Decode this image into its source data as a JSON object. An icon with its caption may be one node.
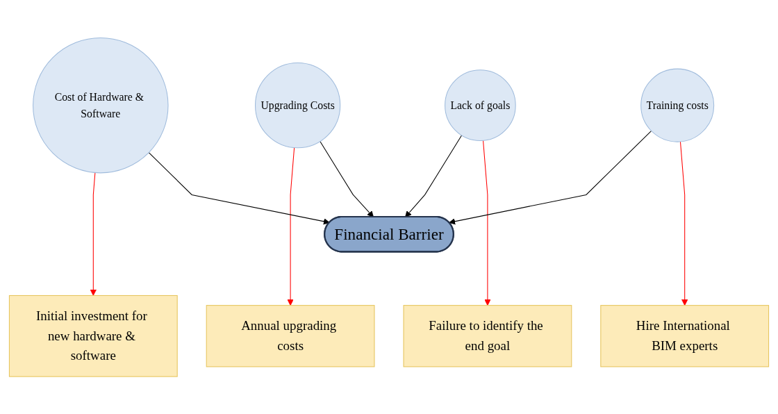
{
  "diagram": {
    "nodes": [
      {
        "text": [
          "Initial investment for new hardware & software"
        ]
      },
      {
        "text": [
          "Annual upgrading costs"
        ]
      },
      {
        "text": [
          "Cost of Hardware & Software"
        ]
      },
      {
        "text": [
          "Upgrading Costs"
        ]
      },
      {
        "text": [
          "Financial Barrier"
        ]
      },
      {
        "text": [
          "Lack of goals"
        ]
      },
      {
        "text": [
          "Failure to identify the end goal"
        ]
      },
      {
        "text": [
          "Training costs"
        ]
      },
      {
        "text": [
          "Hire International BIM experts"
        ]
      }
    ],
    "edges": [
      {
        "from": 2,
        "to": 0,
        "arrow": "to",
        "color": "#ff0000"
      },
      {
        "from": 3,
        "to": 1,
        "arrow": "to",
        "color": "#ff0000"
      },
      {
        "from": 2,
        "to": 4,
        "arrow": "to",
        "color": "#000000"
      },
      {
        "from": 3,
        "to": 4,
        "arrow": "to",
        "color": "#000000"
      },
      {
        "from": 5,
        "to": 4,
        "arrow": "to",
        "color": "#000000"
      },
      {
        "from": 5,
        "to": 6,
        "arrow": "to",
        "color": "#ff0000"
      },
      {
        "from": 7,
        "to": 4,
        "arrow": "to",
        "color": "#000000"
      },
      {
        "from": 7,
        "to": 8,
        "arrow": "to",
        "color": "#ff0000"
      }
    ]
  }
}
